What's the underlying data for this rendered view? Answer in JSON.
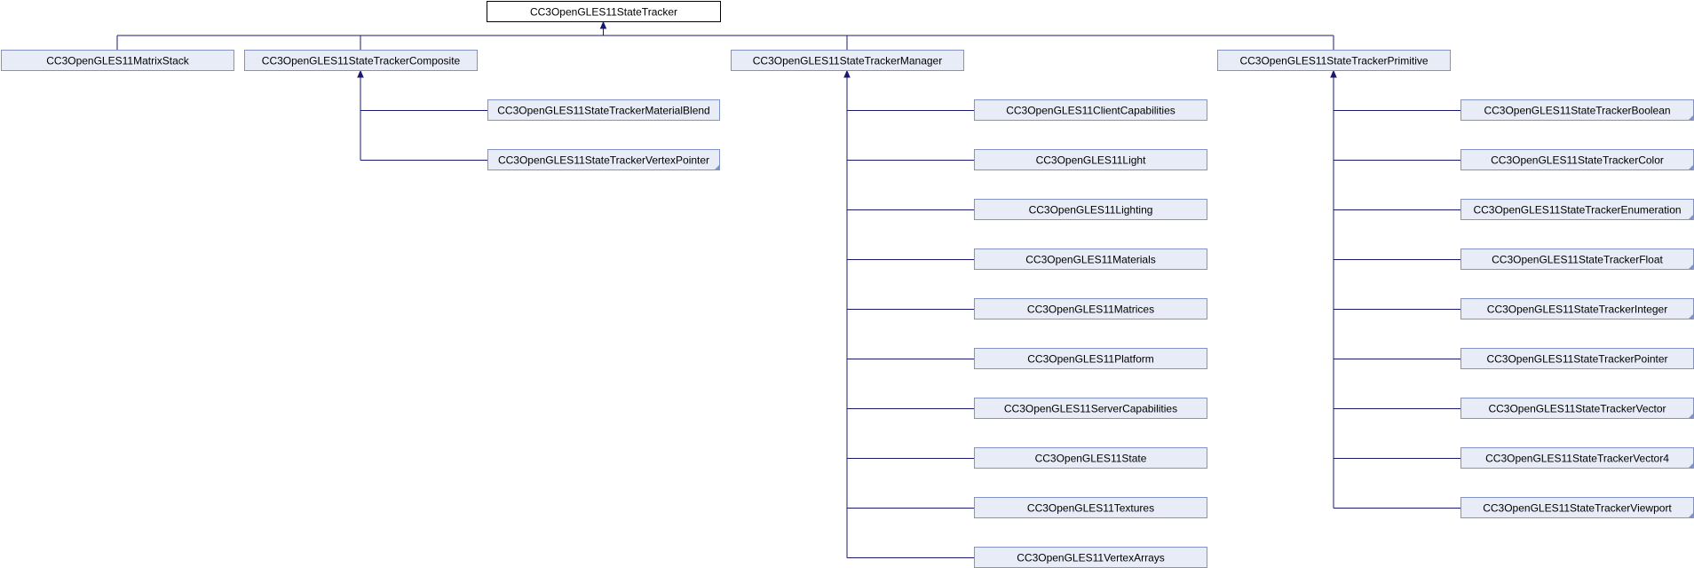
{
  "diagram": {
    "colors": {
      "edge": "#191970",
      "node_fill": "#e8ecf6",
      "node_border": "#8193c6",
      "root_fill": "#ffffff",
      "root_border": "#000000"
    },
    "root": {
      "label": "CC3OpenGLES11StateTracker"
    },
    "children": [
      {
        "label": "CC3OpenGLES11MatrixStack",
        "children": []
      },
      {
        "label": "CC3OpenGLES11StateTrackerComposite",
        "children": [
          {
            "label": "CC3OpenGLES11StateTrackerMaterialBlend",
            "folded": false
          },
          {
            "label": "CC3OpenGLES11StateTrackerVertexPointer",
            "folded": true
          }
        ]
      },
      {
        "label": "CC3OpenGLES11StateTrackerManager",
        "children": [
          {
            "label": "CC3OpenGLES11ClientCapabilities",
            "folded": false
          },
          {
            "label": "CC3OpenGLES11Light",
            "folded": false
          },
          {
            "label": "CC3OpenGLES11Lighting",
            "folded": false
          },
          {
            "label": "CC3OpenGLES11Materials",
            "folded": false
          },
          {
            "label": "CC3OpenGLES11Matrices",
            "folded": false
          },
          {
            "label": "CC3OpenGLES11Platform",
            "folded": false
          },
          {
            "label": "CC3OpenGLES11ServerCapabilities",
            "folded": false
          },
          {
            "label": "CC3OpenGLES11State",
            "folded": false
          },
          {
            "label": "CC3OpenGLES11Textures",
            "folded": false
          },
          {
            "label": "CC3OpenGLES11VertexArrays",
            "folded": false
          }
        ]
      },
      {
        "label": "CC3OpenGLES11StateTrackerPrimitive",
        "children": [
          {
            "label": "CC3OpenGLES11StateTrackerBoolean",
            "folded": true
          },
          {
            "label": "CC3OpenGLES11StateTrackerColor",
            "folded": true
          },
          {
            "label": "CC3OpenGLES11StateTrackerEnumeration",
            "folded": true
          },
          {
            "label": "CC3OpenGLES11StateTrackerFloat",
            "folded": true
          },
          {
            "label": "CC3OpenGLES11StateTrackerInteger",
            "folded": true
          },
          {
            "label": "CC3OpenGLES11StateTrackerPointer",
            "folded": false
          },
          {
            "label": "CC3OpenGLES11StateTrackerVector",
            "folded": true
          },
          {
            "label": "CC3OpenGLES11StateTrackerVector4",
            "folded": true
          },
          {
            "label": "CC3OpenGLES11StateTrackerViewport",
            "folded": true
          }
        ]
      }
    ]
  }
}
